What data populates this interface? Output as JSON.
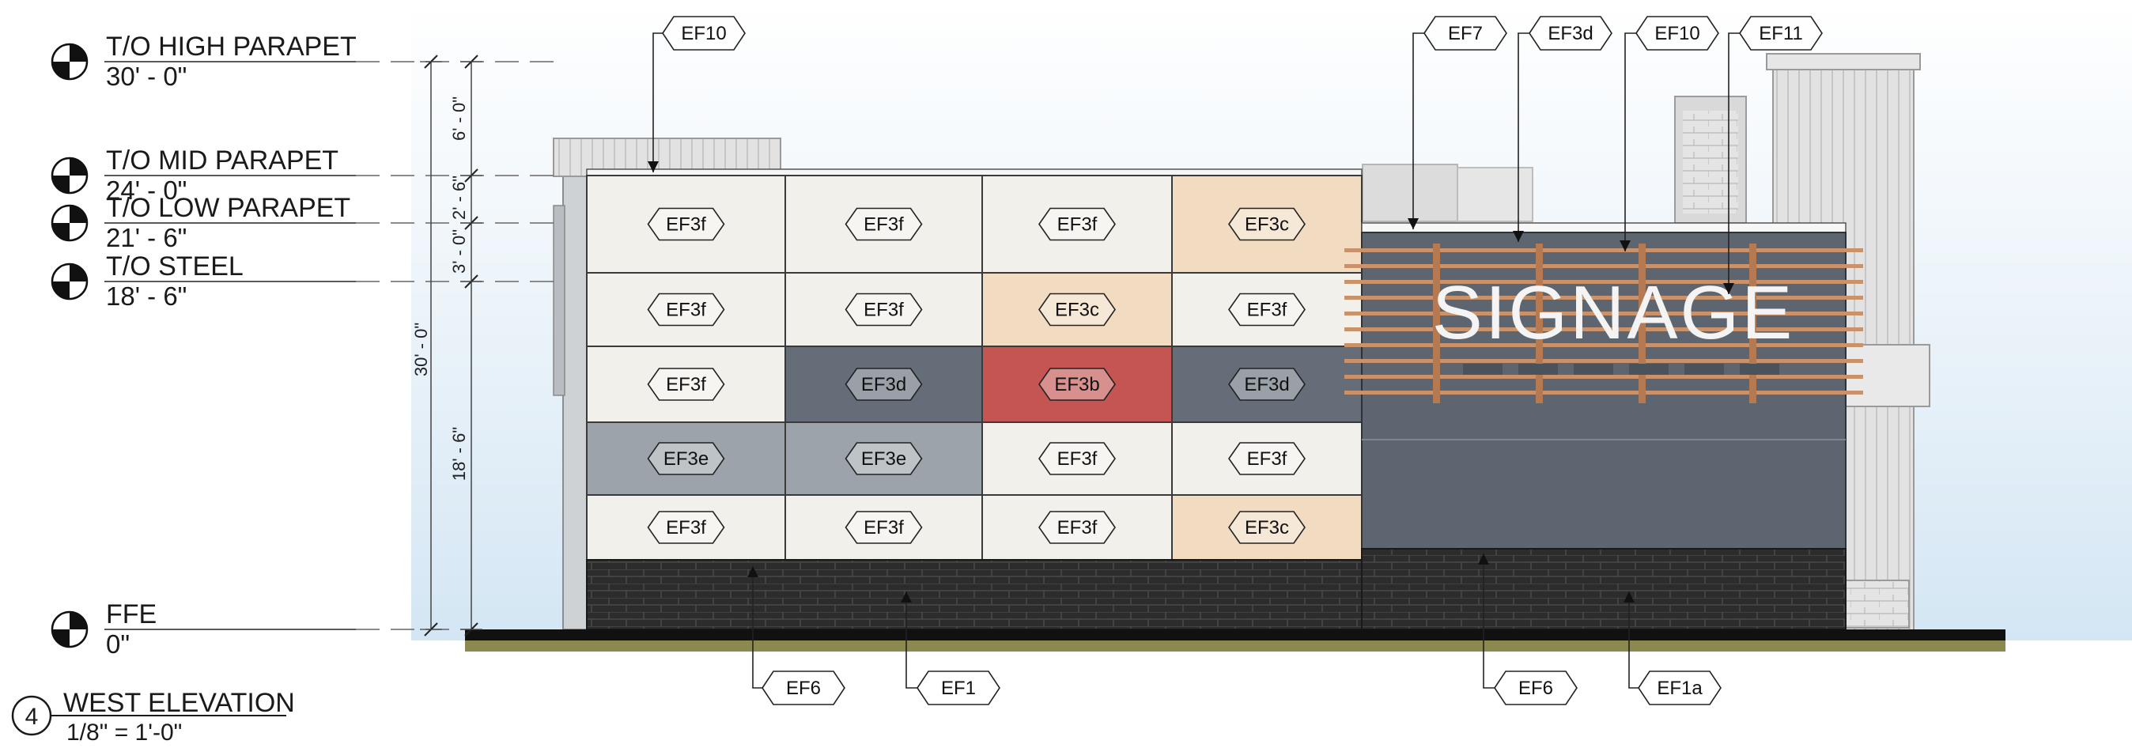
{
  "drawing": {
    "title": "WEST ELEVATION",
    "number": "4",
    "scale": "1/8\" = 1'-0\""
  },
  "levels": [
    {
      "name": "T/O HIGH PARAPET",
      "elevation": "30' - 0\""
    },
    {
      "name": "T/O MID PARAPET",
      "elevation": "24' - 0\""
    },
    {
      "name": "T/O LOW PARAPET",
      "elevation": "21' - 6\""
    },
    {
      "name": "T/O STEEL",
      "elevation": "18' - 6\""
    },
    {
      "name": "FFE",
      "elevation": "0\""
    }
  ],
  "dimensions": {
    "overall": "30' - 0\"",
    "segments": [
      "6' - 0\"",
      "2' - 6\"",
      "3' - 0\"",
      "18' - 6\""
    ]
  },
  "panels": [
    [
      "EF3f",
      "EF3f",
      "EF3f",
      "EF3c"
    ],
    [
      "EF3f",
      "EF3f",
      "EF3c",
      "EF3f"
    ],
    [
      "EF3f",
      "EF3d",
      "EF3b",
      "EF3d"
    ],
    [
      "EF3e",
      "EF3e",
      "EF3f",
      "EF3f"
    ],
    [
      "EF3f",
      "EF3f",
      "EF3f",
      "EF3c"
    ]
  ],
  "top_tags": [
    "EF10",
    "EF7",
    "EF3d",
    "EF10",
    "EF11"
  ],
  "bottom_tags": [
    "EF6",
    "EF1",
    "EF6",
    "EF1a"
  ],
  "signage_text": "SIGNAGE",
  "colors": {
    "EF3f": "#f2f0eb",
    "EF3c": "#f1dcc2",
    "EF3d": "#656d78",
    "EF3b": "#c45552",
    "EF3e": "#9ca3ab",
    "signage_panel": "#5c6570",
    "brick": "#2c2c2c",
    "wood_slat": "#c9926a"
  }
}
